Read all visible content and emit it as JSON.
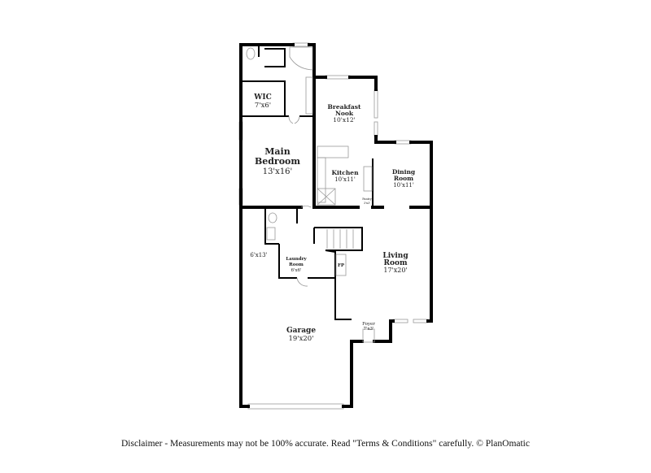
{
  "rooms": {
    "wic": {
      "name": "WIC",
      "size": "7'x6'"
    },
    "main_bedroom": {
      "name_line1": "Main",
      "name_line2": "Bedroom",
      "size": "13'x16'"
    },
    "breakfast_nook": {
      "name_line1": "Breakfast",
      "name_line2": "Nook",
      "size": "10'x12'"
    },
    "kitchen": {
      "name": "Kitchen",
      "size": "10'x11'"
    },
    "dining_room": {
      "name_line1": "Dining",
      "name_line2": "Room",
      "size": "10'x11'"
    },
    "pantry": {
      "name": "Pantry",
      "size": "3'x3'"
    },
    "side_room": {
      "size": "6'x13'"
    },
    "laundry_room": {
      "name_line1": "Laundry",
      "name_line2": "Room",
      "size": "6'x6'"
    },
    "fireplace": {
      "name": "FP"
    },
    "living_room": {
      "name_line1": "Living",
      "name_line2": "Room",
      "size": "17'x20'"
    },
    "foyer": {
      "name": "Foyer",
      "size": "7'x3'"
    },
    "garage": {
      "name": "Garage",
      "size": "19'x20'"
    }
  },
  "disclaimer": "Disclaimer - Measurements may not be 100% accurate. Read \"Terms & Conditions\" carefully. © PlanOmatic"
}
